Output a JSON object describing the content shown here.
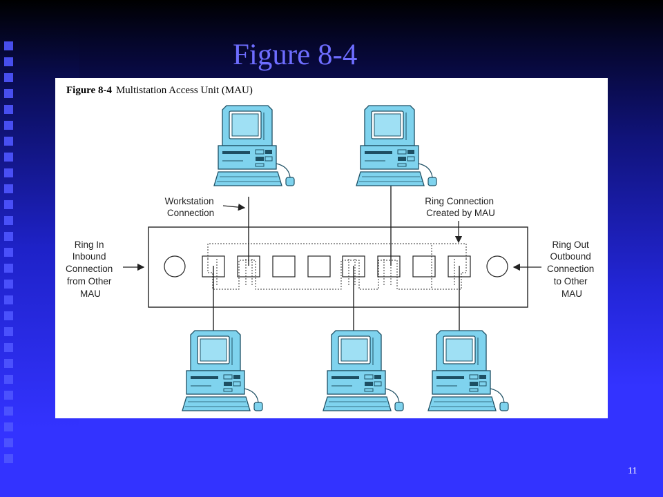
{
  "slide": {
    "title": "Figure 8-4",
    "number": "11"
  },
  "figure": {
    "caption_label": "Figure 8-4",
    "caption_text": "Multistation Access Unit (MAU)"
  },
  "labels": {
    "workstation_connection": [
      "Workstation",
      "Connection"
    ],
    "ring_connection": [
      "Ring Connection",
      "Created by MAU"
    ],
    "ring_in": [
      "Ring In",
      "Inbound",
      "Connection",
      "from Other",
      "MAU"
    ],
    "ring_out": [
      "Ring Out",
      "Outbound",
      "Connection",
      "to Other",
      "MAU"
    ]
  },
  "colors": {
    "computer_fill": "#7fd3ee",
    "computer_stroke": "#1d4f63",
    "background_blue": "#3333ff",
    "title_color": "#6e6dff"
  },
  "icons": [
    "computer-icon"
  ]
}
